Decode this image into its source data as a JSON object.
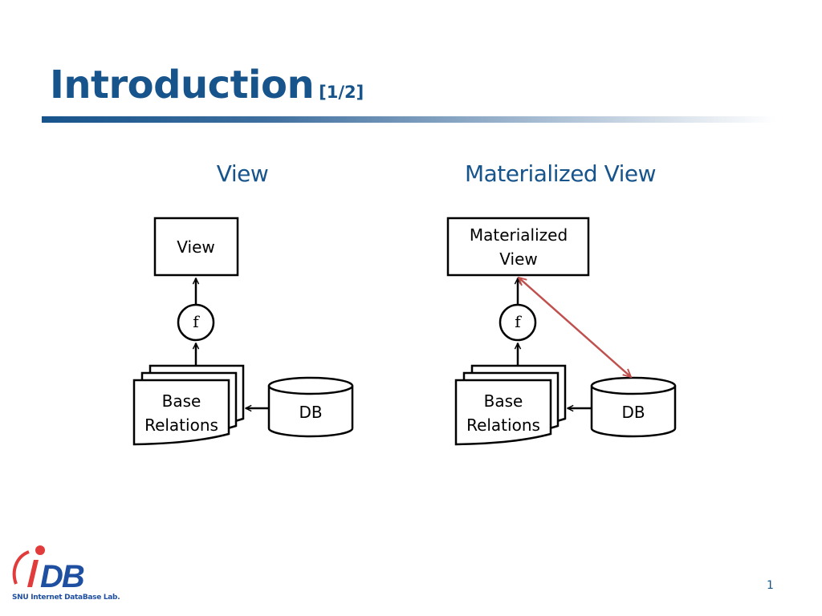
{
  "slide": {
    "title": "Introduction",
    "title_suffix": "[1/2]",
    "page_number": "1"
  },
  "left_diagram": {
    "heading": "View",
    "view_box": "View",
    "function": "f",
    "base_relations_line1": "Base",
    "base_relations_line2": "Relations",
    "db": "DB"
  },
  "right_diagram": {
    "heading": "Materialized View",
    "view_box_line1": "Materialized",
    "view_box_line2": "View",
    "function": "f",
    "base_relations_line1": "Base",
    "base_relations_line2": "Relations",
    "db": "DB"
  },
  "logo": {
    "letters": "iDB",
    "caption": "SNU Internet DataBase Lab."
  },
  "colors": {
    "title": "#17548C",
    "sync_arrow": "#C0504D",
    "stroke": "#000000"
  }
}
